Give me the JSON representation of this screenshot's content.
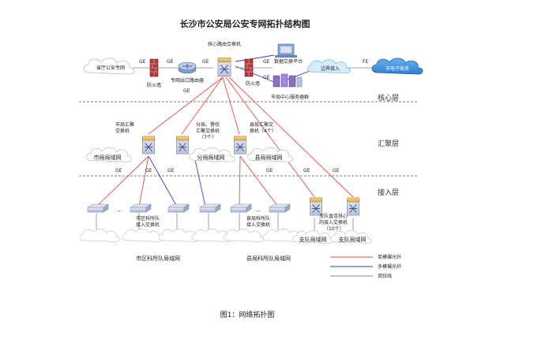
{
  "title": "长沙市公安局公安专网拓扑结构图",
  "caption": "图1：网络拓扑图",
  "layers": {
    "core": "核心层",
    "aggregation": "汇聚层",
    "access": "接入层"
  },
  "nodes": {
    "provincial_net": "省厅公安专网",
    "firewall_left": "防火墙",
    "exit_router": "专网出口路由器",
    "core_switch": "核心路由交换机",
    "firewall_right": "防火墙",
    "data_exchange": "数据交换平台",
    "boundary_access": "边界接入",
    "e_gov": "市电子政务",
    "server_cluster": "市局中心服务器群",
    "city_agg": "市局汇聚\n交换机",
    "branch_agg": "分局、警校\n汇聚交换机\n（7个）",
    "county_agg": "县局汇聚交\n换机（4个）",
    "city_lan": "市局局域网",
    "branch_lan": "分局局域网",
    "county_lan": "县局局域网",
    "city_access": "市区科所队\n接入交换机",
    "county_access": "县局科所队\n接入交换机",
    "direct_access": "支队直连核心\n的接入交换机\n（10个）",
    "detach_lan_1": "支队局域网",
    "detach_lan_2": "支队局域网",
    "city_station_lan": "市区科所队局域网",
    "county_station_lan": "县局科所队局域网",
    "dots_1": "…",
    "dots_2": "…"
  },
  "link_labels": {
    "ge_1": "GE",
    "ge_2": "GE",
    "ge_3": "GE",
    "ge_4": "GE",
    "ge_5": "GE",
    "ge_6": "GE",
    "fe": "FE",
    "ge_a1": "GE",
    "ge_a2": "GE",
    "ge_a3": "GE",
    "ge_a4": "GE",
    "ge_a5": "GE",
    "ge_a6": "GE"
  },
  "legend": {
    "single_mode": "单模裸光纤",
    "multi_mode": "多模裸光纤",
    "twisted_pair": "双绞线"
  },
  "colors": {
    "single_mode": "#e84a4a",
    "multi_mode": "#3c3ccf",
    "twisted_pair": "#888888",
    "switch_fill": "#f2c46a",
    "switch_face": "#cdd4e8",
    "cloud_stroke": "#bbbbbb",
    "blue_cloud": "#2f7fd1",
    "firewall": "#9b2a2a"
  }
}
